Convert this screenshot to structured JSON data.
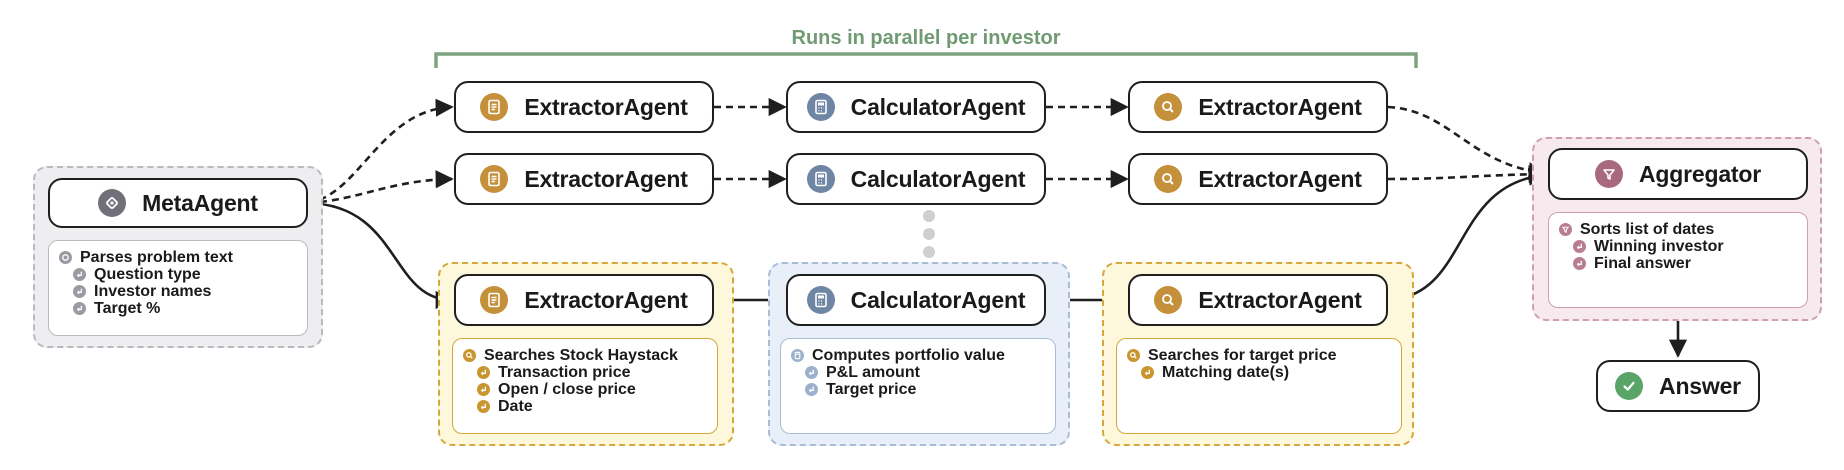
{
  "header": {
    "label": "Runs in parallel per investor"
  },
  "meta": {
    "title": "MetaAgent",
    "heading": "Parses problem text",
    "items": [
      "Question type",
      "Investor names",
      "Target %"
    ]
  },
  "rows": [
    {
      "extractor": "ExtractorAgent",
      "calculator": "CalculatorAgent",
      "searcher": "ExtractorAgent"
    },
    {
      "extractor": "ExtractorAgent",
      "calculator": "CalculatorAgent",
      "searcher": "ExtractorAgent"
    }
  ],
  "detail": {
    "extractor": {
      "title": "ExtractorAgent",
      "heading": "Searches Stock Haystack",
      "items": [
        "Transaction price",
        "Open / close price",
        "Date"
      ]
    },
    "calculator": {
      "title": "CalculatorAgent",
      "heading": "Computes portfolio value",
      "items": [
        "P&L amount",
        "Target price"
      ]
    },
    "searcher": {
      "title": "ExtractorAgent",
      "heading": "Searches for target price",
      "items": [
        "Matching date(s)"
      ]
    }
  },
  "aggregator": {
    "title": "Aggregator",
    "heading": "Sorts list of dates",
    "items": [
      "Winning investor",
      "Final answer"
    ]
  },
  "answer": {
    "title": "Answer"
  },
  "colors": {
    "extractor": "#c4903a",
    "calculator": "#6e86a3",
    "meta": "#707079",
    "aggregator": "#a8697e",
    "answer": "#5aa468",
    "header": "#6f9a72"
  }
}
